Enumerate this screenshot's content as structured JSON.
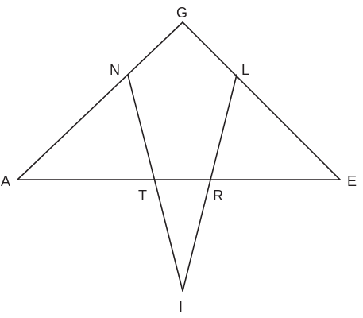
{
  "figure": {
    "points": [
      {
        "id": "G",
        "label": "G"
      },
      {
        "id": "N",
        "label": "N"
      },
      {
        "id": "L",
        "label": "L"
      },
      {
        "id": "A",
        "label": "A"
      },
      {
        "id": "E",
        "label": "E"
      },
      {
        "id": "T",
        "label": "T"
      },
      {
        "id": "R",
        "label": "R"
      },
      {
        "id": "I",
        "label": "I"
      }
    ],
    "segments": [
      {
        "id": "AG",
        "from": "A",
        "to": "G"
      },
      {
        "id": "GE",
        "from": "G",
        "to": "E"
      },
      {
        "id": "AE",
        "from": "A",
        "to": "E"
      },
      {
        "id": "NI",
        "from": "N",
        "to": "I"
      },
      {
        "id": "LI",
        "from": "L",
        "to": "I"
      }
    ],
    "colors": {
      "stroke": "#231f20",
      "background": "#ffffff"
    }
  }
}
